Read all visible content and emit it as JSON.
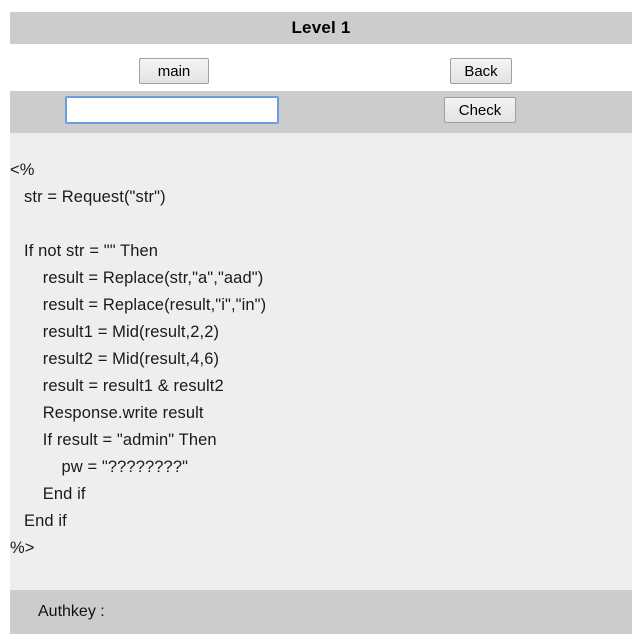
{
  "page": {
    "title": "Level 1",
    "background_color": "#ffffff",
    "band_color": "#cccccc",
    "code_background_color": "#eeeeee",
    "input_focus_color": "#6e9ce0"
  },
  "nav": {
    "main_label": "main",
    "back_label": "Back"
  },
  "form": {
    "answer_value": "",
    "answer_placeholder": "",
    "check_label": "Check"
  },
  "code": {
    "language": "asp-vbscript",
    "lines": [
      "<%",
      "   str = Request(\"str\")",
      "",
      "   If not str = \"\" Then",
      "       result = Replace(str,\"a\",\"aad\")",
      "       result = Replace(result,\"i\",\"in\")",
      "       result1 = Mid(result,2,2)",
      "       result2 = Mid(result,4,6)",
      "       result = result1 & result2",
      "       Response.write result",
      "       If result = \"admin\" Then",
      "           pw = \"????????\"",
      "       End if",
      "   End if",
      "%>"
    ]
  },
  "footer": {
    "authkey_label": "Authkey :",
    "authkey_value": ""
  }
}
